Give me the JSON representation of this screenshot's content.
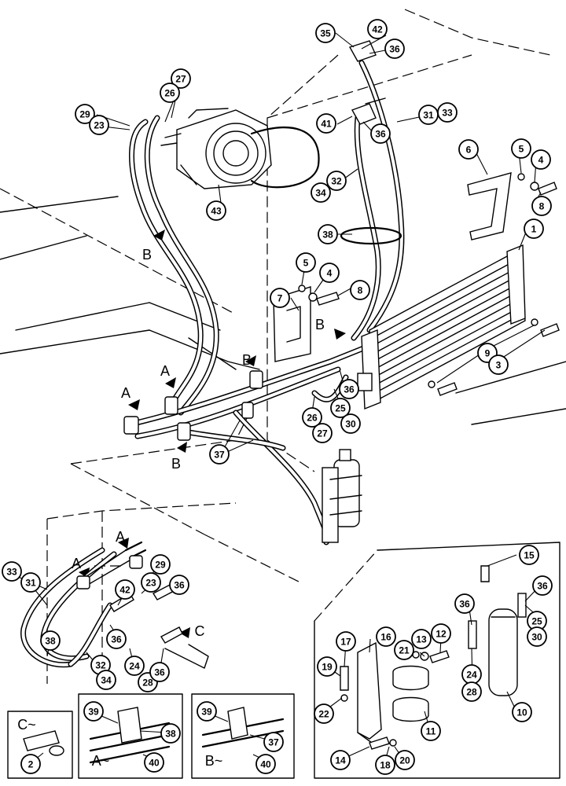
{
  "view_labels": {
    "a": "A",
    "b": "B",
    "c": "C",
    "detail_c": "C~",
    "detail_a": "A~",
    "detail_b": "B~"
  },
  "callouts": [
    {
      "id": "c35",
      "label": "35"
    },
    {
      "id": "c42a",
      "label": "42"
    },
    {
      "id": "c36a",
      "label": "36"
    },
    {
      "id": "c27a",
      "label": "27"
    },
    {
      "id": "c26a",
      "label": "26"
    },
    {
      "id": "c29a",
      "label": "29"
    },
    {
      "id": "c23a",
      "label": "23"
    },
    {
      "id": "c41",
      "label": "41"
    },
    {
      "id": "c36b",
      "label": "36"
    },
    {
      "id": "c31a",
      "label": "31"
    },
    {
      "id": "c33a",
      "label": "33"
    },
    {
      "id": "c6",
      "label": "6"
    },
    {
      "id": "c5a",
      "label": "5"
    },
    {
      "id": "c4a",
      "label": "4"
    },
    {
      "id": "c8a",
      "label": "8"
    },
    {
      "id": "c43",
      "label": "43"
    },
    {
      "id": "c32a",
      "label": "32"
    },
    {
      "id": "c34a",
      "label": "34"
    },
    {
      "id": "c38a",
      "label": "38"
    },
    {
      "id": "c1",
      "label": "1"
    },
    {
      "id": "c5b",
      "label": "5"
    },
    {
      "id": "c4b",
      "label": "4"
    },
    {
      "id": "c8b",
      "label": "8"
    },
    {
      "id": "c7",
      "label": "7"
    },
    {
      "id": "c9",
      "label": "9"
    },
    {
      "id": "c3",
      "label": "3"
    },
    {
      "id": "c36c",
      "label": "36"
    },
    {
      "id": "c25a",
      "label": "25"
    },
    {
      "id": "c30a",
      "label": "30"
    },
    {
      "id": "c26b",
      "label": "26"
    },
    {
      "id": "c27b",
      "label": "27"
    },
    {
      "id": "c37a",
      "label": "37"
    },
    {
      "id": "c15",
      "label": "15"
    },
    {
      "id": "c33b",
      "label": "33"
    },
    {
      "id": "c31b",
      "label": "31"
    },
    {
      "id": "c29b",
      "label": "29"
    },
    {
      "id": "c23b",
      "label": "23"
    },
    {
      "id": "c42b",
      "label": "42"
    },
    {
      "id": "c36d",
      "label": "36"
    },
    {
      "id": "c36e",
      "label": "36"
    },
    {
      "id": "c38b",
      "label": "38"
    },
    {
      "id": "c32b",
      "label": "32"
    },
    {
      "id": "c34b",
      "label": "34"
    },
    {
      "id": "c24a",
      "label": "24"
    },
    {
      "id": "c28a",
      "label": "28"
    },
    {
      "id": "c36f",
      "label": "36"
    },
    {
      "id": "c16",
      "label": "16"
    },
    {
      "id": "c36g",
      "label": "36"
    },
    {
      "id": "c13",
      "label": "13"
    },
    {
      "id": "c21",
      "label": "21"
    },
    {
      "id": "c12",
      "label": "12"
    },
    {
      "id": "c36h",
      "label": "36"
    },
    {
      "id": "c25b",
      "label": "25"
    },
    {
      "id": "c30b",
      "label": "30"
    },
    {
      "id": "c17",
      "label": "17"
    },
    {
      "id": "c19",
      "label": "19"
    },
    {
      "id": "c22",
      "label": "22"
    },
    {
      "id": "c24b",
      "label": "24"
    },
    {
      "id": "c28b",
      "label": "28"
    },
    {
      "id": "c10",
      "label": "10"
    },
    {
      "id": "c11",
      "label": "11"
    },
    {
      "id": "c14",
      "label": "14"
    },
    {
      "id": "c18",
      "label": "18"
    },
    {
      "id": "c20",
      "label": "20"
    },
    {
      "id": "c39a",
      "label": "39"
    },
    {
      "id": "c38c",
      "label": "38"
    },
    {
      "id": "c40a",
      "label": "40"
    },
    {
      "id": "c39b",
      "label": "39"
    },
    {
      "id": "c37b",
      "label": "37"
    },
    {
      "id": "c40b",
      "label": "40"
    },
    {
      "id": "c2",
      "label": "2"
    }
  ]
}
